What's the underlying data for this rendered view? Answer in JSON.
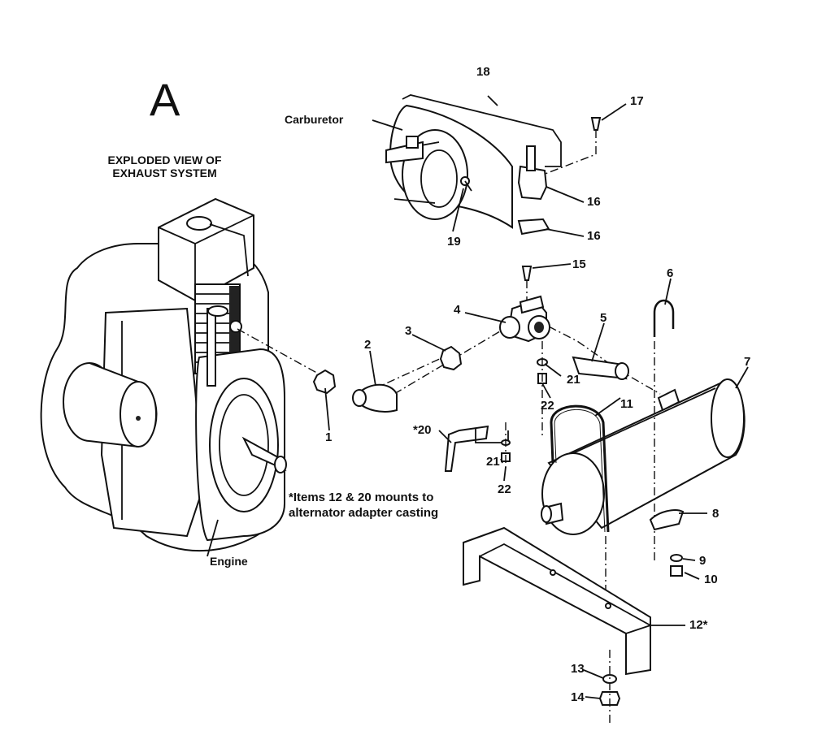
{
  "figure": {
    "section_letter": "A",
    "title_line1": "EXPLODED VIEW OF",
    "title_line2": "EXHAUST SYSTEM",
    "note_line1": "*Items 12 & 20 mounts to",
    "note_line2": "alternator adapter casting",
    "labels": {
      "carburetor": "Carburetor",
      "engine": "Engine"
    },
    "part_numbers": {
      "p1": "1",
      "p2": "2",
      "p3": "3",
      "p4": "4",
      "p5": "5",
      "p6": "6",
      "p7": "7",
      "p8": "8",
      "p9": "9",
      "p10": "10",
      "p11": "11",
      "p12": "12*",
      "p13": "13",
      "p14": "14",
      "p15": "15",
      "p16a": "16",
      "p16b": "16",
      "p17": "17",
      "p18": "18",
      "p19": "19",
      "p20": "*20",
      "p21a": "21",
      "p21b": "21",
      "p22a": "22",
      "p22b": "22"
    }
  }
}
